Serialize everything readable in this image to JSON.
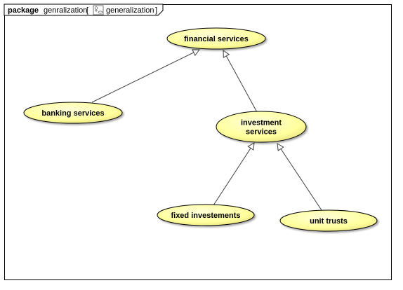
{
  "frame": {
    "keyword": "package",
    "name": "genralization",
    "bracket_open": "[",
    "diagram_icon": "diagram-icon",
    "diagram_name": "generalization",
    "bracket_close": "]"
  },
  "colors": {
    "usecase_fill": "#ffffc0",
    "usecase_fill_edge": "#f4f0a0",
    "line": "#404040"
  },
  "use_cases": [
    {
      "id": "financial",
      "label": [
        "financial services"
      ]
    },
    {
      "id": "banking",
      "label": [
        "banking services"
      ]
    },
    {
      "id": "investment",
      "label": [
        "investment",
        "services"
      ]
    },
    {
      "id": "fixed",
      "label": [
        "fixed investements"
      ]
    },
    {
      "id": "unit",
      "label": [
        "unit trusts"
      ]
    }
  ],
  "generalizations": [
    {
      "child": "banking",
      "parent": "financial"
    },
    {
      "child": "investment",
      "parent": "financial"
    },
    {
      "child": "fixed",
      "parent": "investment"
    },
    {
      "child": "unit",
      "parent": "investment"
    }
  ]
}
